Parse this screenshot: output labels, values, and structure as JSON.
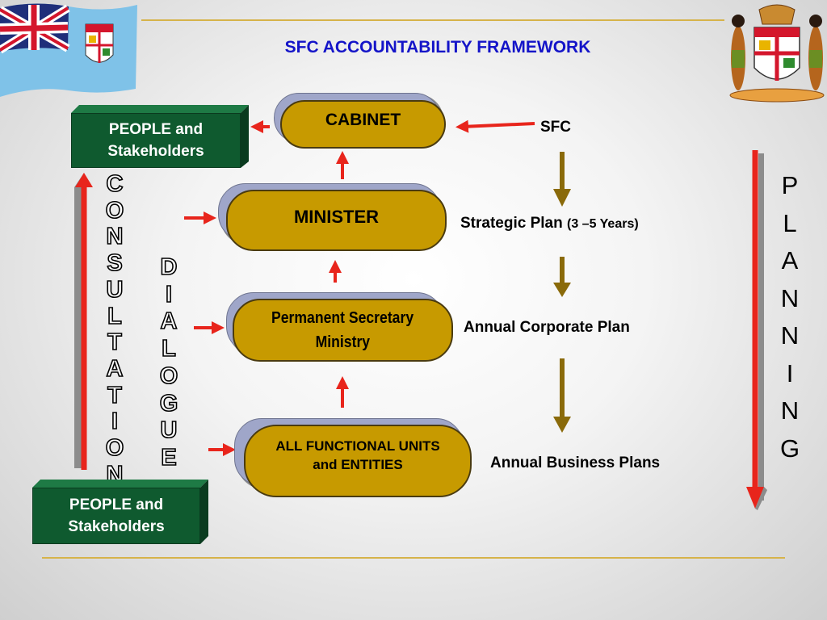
{
  "title": "SFC ACCOUNTABILITY FRAMEWORK",
  "boxes": {
    "cabinet": "CABINET",
    "minister": "MINISTER",
    "perm_sec_line1": "Permanent Secretary",
    "perm_sec_line2": "Ministry",
    "units_line1": "ALL FUNCTIONAL UNITS",
    "units_line2": "and ENTITIES"
  },
  "people_top": {
    "line1": "PEOPLE and",
    "line2": "Stakeholders"
  },
  "people_bottom": {
    "line1": "PEOPLE and",
    "line2": "Stakeholders"
  },
  "right_labels": {
    "sfc": "SFC",
    "strategic_plan": "Strategic Plan",
    "strategic_plan_years": "(3 –5 Years)",
    "annual_corporate_plan": "Annual Corporate Plan",
    "annual_business_plans": "Annual Business Plans"
  },
  "vertical_words": {
    "consultation": [
      "C",
      "O",
      "N",
      "S",
      "U",
      "L",
      "T",
      "A",
      "T",
      "I",
      "O",
      "N"
    ],
    "dialogue": [
      "D",
      "I",
      "A",
      "L",
      "O",
      "G",
      "U",
      "E"
    ],
    "planning": [
      "P",
      "L",
      "A",
      "N",
      "N",
      "I",
      "N",
      "G"
    ]
  },
  "colors": {
    "title": "#1414c8",
    "pill": "#c79a00",
    "green_box": "#0f5a2f",
    "red_arrow": "#e8251c",
    "brown_arrow": "#8a6a0a",
    "rule": "#d6b34a"
  },
  "icons": {
    "flag": "fiji-flag-icon",
    "coat_of_arms": "fiji-coat-of-arms-icon"
  }
}
